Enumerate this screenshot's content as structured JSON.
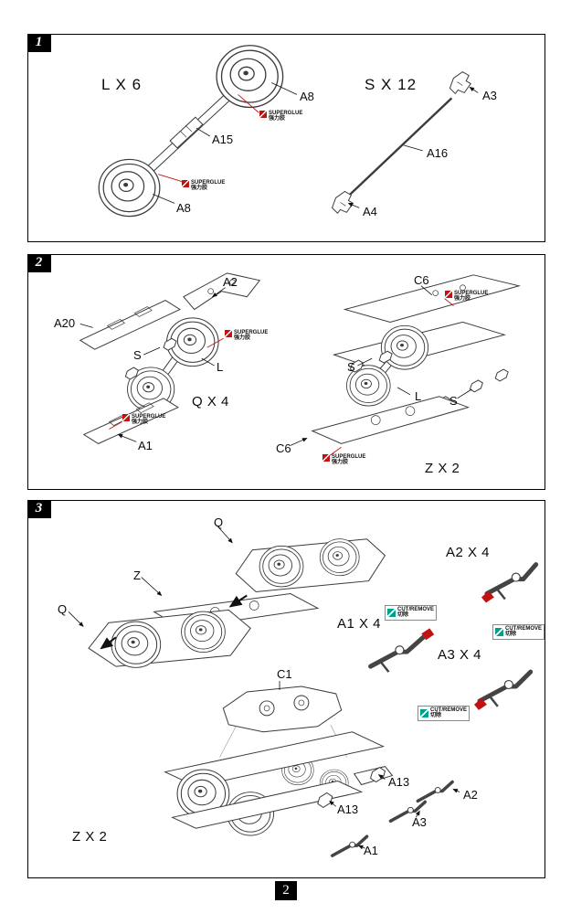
{
  "page": {
    "number": "2"
  },
  "annotations": {
    "glue": {
      "line1": "SUPERGLUE",
      "line2": "强力胶"
    },
    "cut": {
      "line1": "CUT/REMOVE",
      "line2": "切除"
    }
  },
  "colors": {
    "glue_red": "#c11212",
    "cut_teal": "#00a08c"
  },
  "step1": {
    "number": "1",
    "qty_left": "L X 6",
    "qty_right": "S X 12",
    "a8_top": "A8",
    "a15": "A15",
    "a8_bottom": "A8",
    "a3": "A3",
    "a16": "A16",
    "a4": "A4"
  },
  "step2": {
    "number": "2",
    "a2": "A2",
    "a20": "A20",
    "s_left": "S",
    "l_left": "L",
    "qty_q": "Q X 4",
    "a1": "A1",
    "c6_top": "C6",
    "s_right_upper": "S",
    "l_right": "L",
    "s_right_lower": "S",
    "c6_bottom": "C6",
    "qty_z": "Z X 2"
  },
  "step3": {
    "number": "3",
    "q_upper": "Q",
    "z": "Z",
    "q_lower": "Q",
    "qty_a2": "A2 X 4",
    "qty_a1": "A1 X 4",
    "qty_a3": "A3 X 4",
    "c1": "C1",
    "a13_upper": "A13",
    "a2": "A2",
    "a13_lower": "A13",
    "a3": "A3",
    "a1": "A1",
    "qty_z": "Z X 2"
  }
}
